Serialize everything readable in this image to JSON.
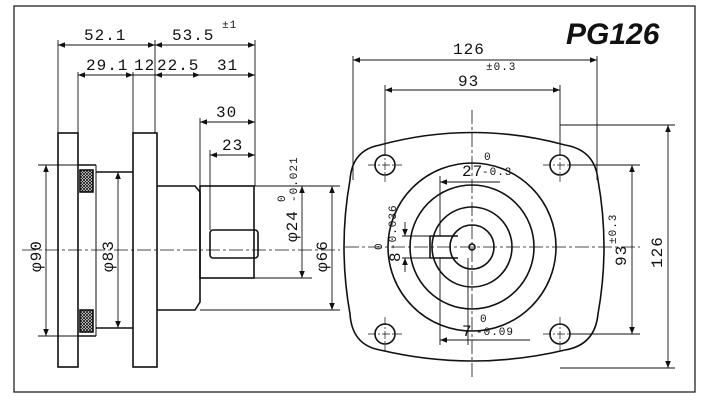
{
  "drawing": {
    "model": "PG126",
    "side_view": {
      "width_left": "52.1",
      "width_right": "53.5",
      "width_right_tol": "±1",
      "seg_a": "29.1",
      "seg_b": "12",
      "seg_c": "22.5",
      "seg_d": "31",
      "shaft_len": "30",
      "key_len": "23",
      "shaft_dia": "φ24",
      "shaft_dia_tol_upper": "0",
      "shaft_dia_tol_lower": "-0.021",
      "outer_dia": "φ90",
      "pilot_dia": "φ83",
      "body_dia": "φ66"
    },
    "front_view": {
      "overall_w": "126",
      "bolt_span_w": "93",
      "bolt_span_w_tol": "±0.3",
      "key_height": "27",
      "key_height_tol_upper": "0",
      "key_height_tol_lower": "-0.3",
      "key_width": "8",
      "key_width_tol_upper": "0",
      "key_width_tol_lower": "-0.036",
      "key_depth": "7",
      "key_depth_tol_upper": "0",
      "key_depth_tol_lower": "-0.09",
      "bolt_span_h": "93",
      "bolt_span_h_tol": "±0.3",
      "overall_h": "126"
    }
  }
}
